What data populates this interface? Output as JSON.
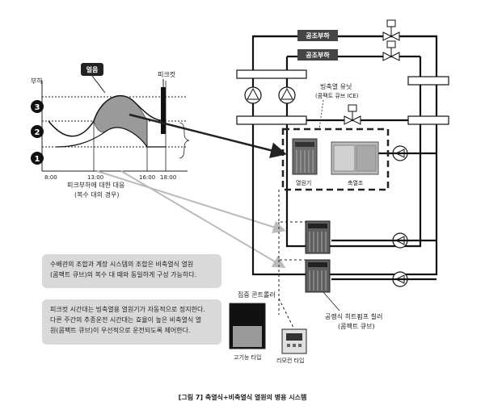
{
  "chart": {
    "y_axis_label": "부하",
    "levels": [
      "❸",
      "❷",
      "❶"
    ],
    "callout_freeze": "얼음",
    "callout_peak_cut": "피크컷",
    "time_ticks": [
      "8:00",
      "13:00",
      "16:00",
      "18:00"
    ],
    "caption_line1": "피크부하에 대한 대응",
    "caption_line2": "(복수 대의 경우)"
  },
  "system": {
    "ac_load_1": "공조부하",
    "ac_load_2": "공조부하",
    "ice_unit_line1": "빙축열 유닛",
    "ice_unit_line2": "(콤팩트 큐브 ICE)",
    "chiller_label": "열원기",
    "tank_label": "축열조",
    "heatpump_line1": "공랭식 히트펌프 칠러",
    "heatpump_line2": "(콤팩트 큐브)",
    "central_controller": "집중 콘트롤러",
    "advanced_type": "고기능 타입",
    "remote_type": "리모컨 타입"
  },
  "notes": {
    "note1": "수배관의 조합과 계장 시스템의 조합은 비축열식 열원\n(콤팩트 큐브)의 복수 대 때와 동일하게 구성 가능하다.",
    "note2": "피크컷 시간대는 빙축열용 열원기가 자동적으로 정지한다.\n다른 주간의 추종운전 시간대는 효율이 높은 비축열식 열\n원(콤팩트 큐브)이 우선적으로 운전되도록 제어한다."
  },
  "figure_caption": "[그림 7] 축열식+비축열식 열원의 병용 시스템"
}
